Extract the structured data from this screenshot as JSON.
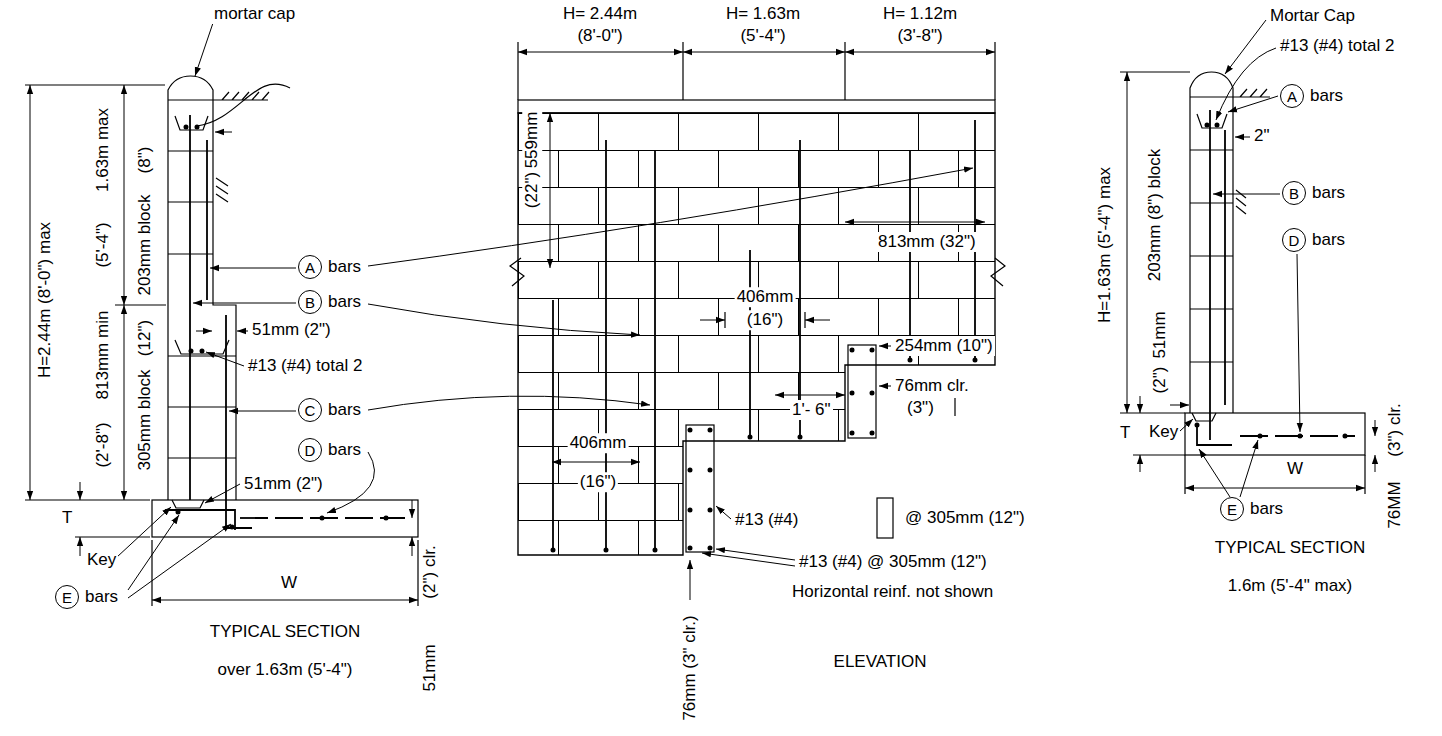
{
  "diagram": {
    "nodes": [
      {
        "text": [
          "A",
          "bars"
        ]
      },
      {
        "text": [
          "B",
          "bars"
        ]
      },
      {
        "text": [
          "C",
          "bars"
        ]
      },
      {
        "text": [
          "D",
          "bars"
        ]
      },
      {
        "text": [
          "E",
          "bars"
        ]
      },
      {
        "text": [
          "A",
          "bars"
        ]
      },
      {
        "text": [
          "B",
          "bars"
        ]
      },
      {
        "text": [
          "D",
          "bars"
        ]
      },
      {
        "text": [
          "E",
          "bars"
        ]
      }
    ],
    "labels": [
      "mortar cap",
      "H=2.44m (8'-0\") max",
      "1.63m max",
      "(5'-4\")",
      "(8\")",
      "203mm block",
      "813mm min",
      "(2'-8\")",
      "(12\")",
      "305mm block",
      "51mm (2\")",
      "#13 (#4) total 2",
      "51mm (2\")",
      "T",
      "Key",
      "W",
      "(2\") clr.",
      "51mm",
      "TYPICAL SECTION",
      "over 1.63m (5'-4\")",
      "H= 2.44m",
      "(8'-0\")",
      "H= 1.63m",
      "(5'-4\")",
      "H= 1.12m",
      "(3'-8\")",
      "559mm",
      "(22\")",
      "813mm (32\")",
      "406mm",
      "(16\")",
      "254mm (10\")",
      "76mm clr.",
      "(3\")",
      "1'- 6\"",
      "406mm",
      "(16\")",
      "#13 (#4)",
      "@ 305mm (12\")",
      "#13 (#4) @ 305mm (12\")",
      "Horizontal reinf. not shown",
      "76mm (3\" clr.)",
      "ELEVATION",
      "Mortar Cap",
      "#13 (#4) total 2",
      "2\"",
      "H=1.63m (5'-4\") max",
      "203mm (8\") block",
      "51mm",
      "(2\")",
      "T",
      "Key",
      "W",
      "(3\") clr.",
      "76MM",
      "TYPICAL SECTION",
      "1.6m (5'-4\" max)"
    ]
  }
}
